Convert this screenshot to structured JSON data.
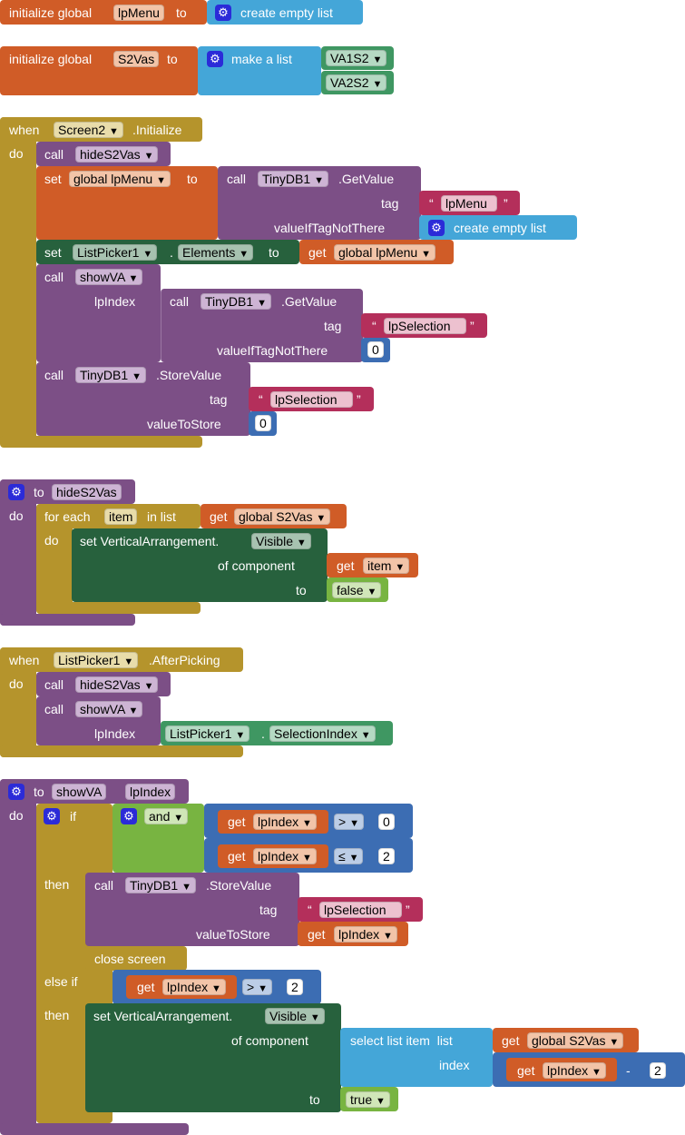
{
  "b1": {
    "init": "initialize global",
    "name": "lpMenu",
    "to": "to",
    "empty": "create empty list"
  },
  "b2": {
    "init": "initialize global",
    "name": "S2Vas",
    "to": "to",
    "make": "make a list",
    "item1": "VA1S2",
    "item2": "VA2S2"
  },
  "b3": {
    "when": "when",
    "comp": "Screen2",
    "event": ".Initialize",
    "do": "do",
    "call": "call",
    "proc_hide": "hideS2Vas",
    "set": "set",
    "var_lpmenu": "global lpMenu",
    "to": "to",
    "db": "TinyDB1",
    "getvalue": ".GetValue",
    "tag": "tag",
    "tag_lpmenu": "lpMenu",
    "valueif": "valueIfTagNotThere",
    "empty": "create empty list",
    "lp": "ListPicker1",
    "dot": ".",
    "elements": "Elements",
    "get": "get",
    "proc_show": "showVA",
    "lpindex": "lpIndex",
    "tag_sel": "lpSelection",
    "zero": "0",
    "storevalue": ".StoreValue",
    "valuetostore": "valueToStore"
  },
  "b4": {
    "to": "to",
    "name": "hideS2Vas",
    "do": "do",
    "foreach": "for each",
    "item": "item",
    "inlist": "in list",
    "get": "get",
    "s2vas": "global S2Vas",
    "setva": "set VerticalArrangement.",
    "visible": "Visible",
    "ofcomp": "of component",
    "to2": "to",
    "false": "false"
  },
  "b5": {
    "when": "when",
    "comp": "ListPicker1",
    "event": ".AfterPicking",
    "do": "do",
    "call": "call",
    "hide": "hideS2Vas",
    "show": "showVA",
    "lpindex": "lpIndex",
    "dot": ".",
    "selindex": "SelectionIndex"
  },
  "b6": {
    "to": "to",
    "name": "showVA",
    "param": "lpIndex",
    "do": "do",
    "if": "if",
    "and": "and",
    "get": "get",
    "lpindex": "lpIndex",
    "gt": ">",
    "le": "≤",
    "zero": "0",
    "two": "2",
    "then": "then",
    "call": "call",
    "db": "TinyDB1",
    "storevalue": ".StoreValue",
    "tag": "tag",
    "tag_sel": "lpSelection",
    "valuetostore": "valueToStore",
    "close": "close screen",
    "elseif": "else if",
    "setva": "set VerticalArrangement.",
    "visible": "Visible",
    "ofcomp": "of component",
    "selectitem": "select list item",
    "list": "list",
    "s2vas": "global S2Vas",
    "index": "index",
    "minus": "-",
    "to2": "to",
    "true": "true"
  },
  "icons": {
    "gear": "gear-icon",
    "dropdown": "dropdown-arrow-icon"
  },
  "colors": {
    "variables": "#d05c27",
    "procedures": "#7c4f86",
    "lists": "#44a6d8",
    "components_setter": "#27613d",
    "components_getter": "#3f9762",
    "control": "#b5942c",
    "text": "#b42f5b",
    "math": "#3c6db3",
    "logic": "#78b441"
  }
}
